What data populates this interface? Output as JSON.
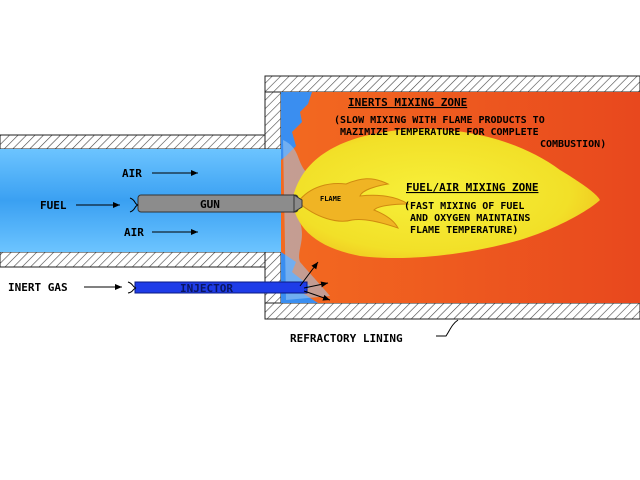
{
  "zones": {
    "inerts": {
      "title": "INERTS MIXING ZONE",
      "desc_lines": [
        "(SLOW MIXING WITH FLAME PRODUCTS TO",
        "MAZIMIZE TEMPERATURE FOR COMPLETE",
        "COMBUSTION)"
      ]
    },
    "fuel_air": {
      "title": "FUEL/AIR MIXING ZONE",
      "desc_lines": [
        "(FAST MIXING OF FUEL",
        "AND OXYGEN MAINTAINS",
        "FLAME TEMPERATURE)"
      ]
    }
  },
  "labels": {
    "air_top": "AIR",
    "air_bottom": "AIR",
    "fuel": "FUEL",
    "gun": "GUN",
    "flame": "FLAME",
    "inert_gas": "INERT GAS",
    "injector": "INJECTOR",
    "refractory": "REFRACTORY LINING"
  },
  "colors": {
    "air_duct": "#3fa2f4",
    "hot_zone": "#ee5a1e",
    "flame_zone": "#f4ea2e",
    "flame_core": "#f3b418",
    "gun": "#8a8a8a",
    "injector": "#1e3ce8",
    "wall": "#ffffff"
  }
}
